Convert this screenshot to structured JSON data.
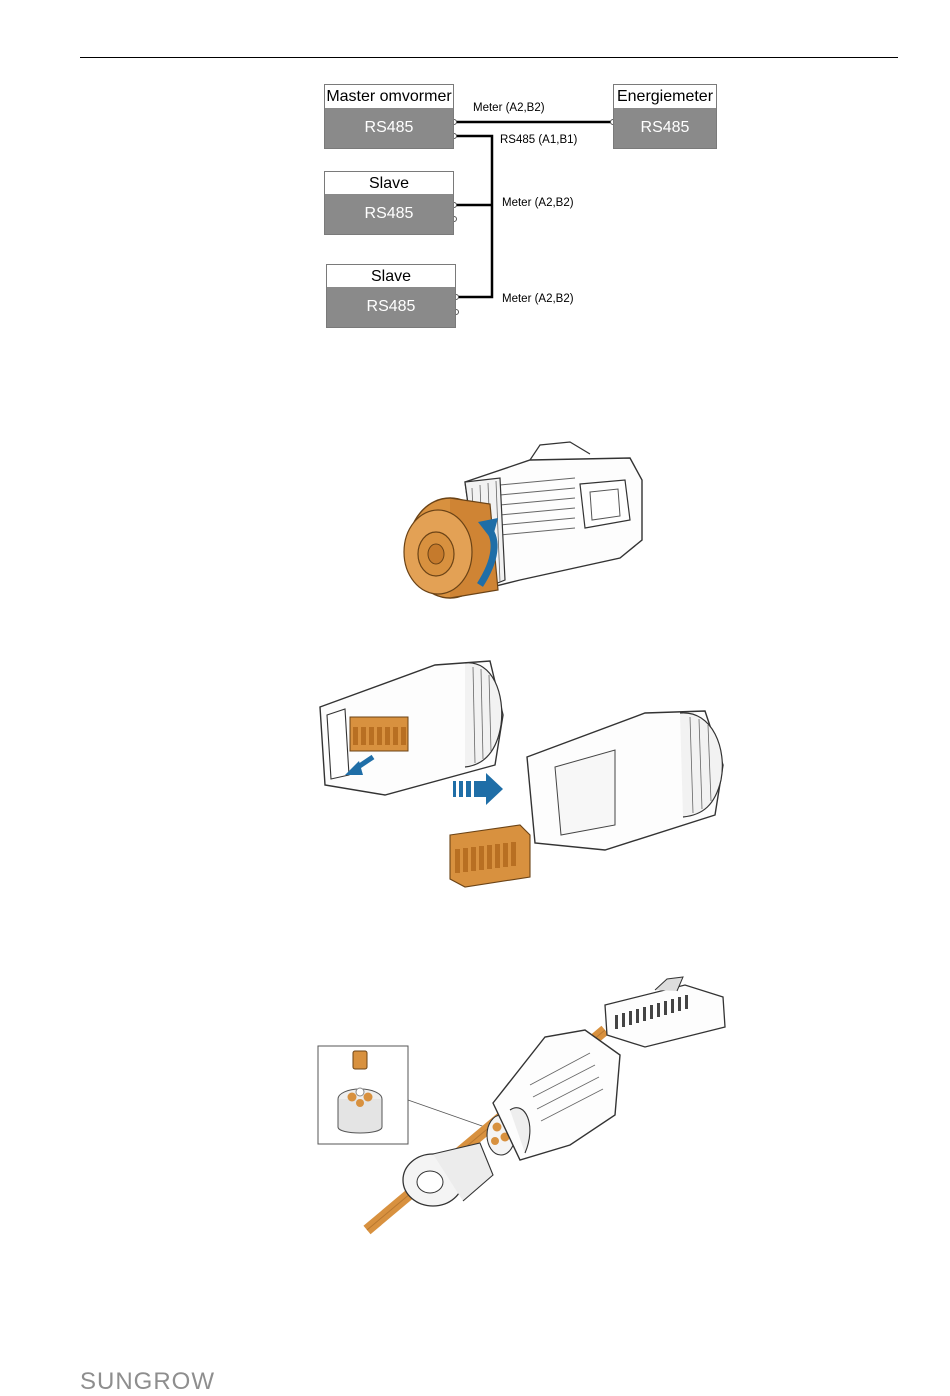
{
  "diagram": {
    "devices": {
      "master": {
        "name": "Master omvormer",
        "port": "RS485"
      },
      "meter": {
        "name": "Energiemeter",
        "port": "RS485"
      },
      "slave1": {
        "name": "Slave",
        "port": "RS485"
      },
      "slave2": {
        "name": "Slave",
        "port": "RS485"
      }
    },
    "labels": {
      "master_meter": "Meter (A2,B2)",
      "master_bus": "RS485 (A1,B1)",
      "slave1_meter": "Meter (A2,B2)",
      "slave2_meter": "Meter (A2,B2)"
    }
  },
  "footer": {
    "logo_text": "SUNGROW"
  },
  "colors": {
    "accent_orange": "#d8913f",
    "arrow_blue": "#1f6ea7",
    "port_gray": "#8a8a8a"
  }
}
